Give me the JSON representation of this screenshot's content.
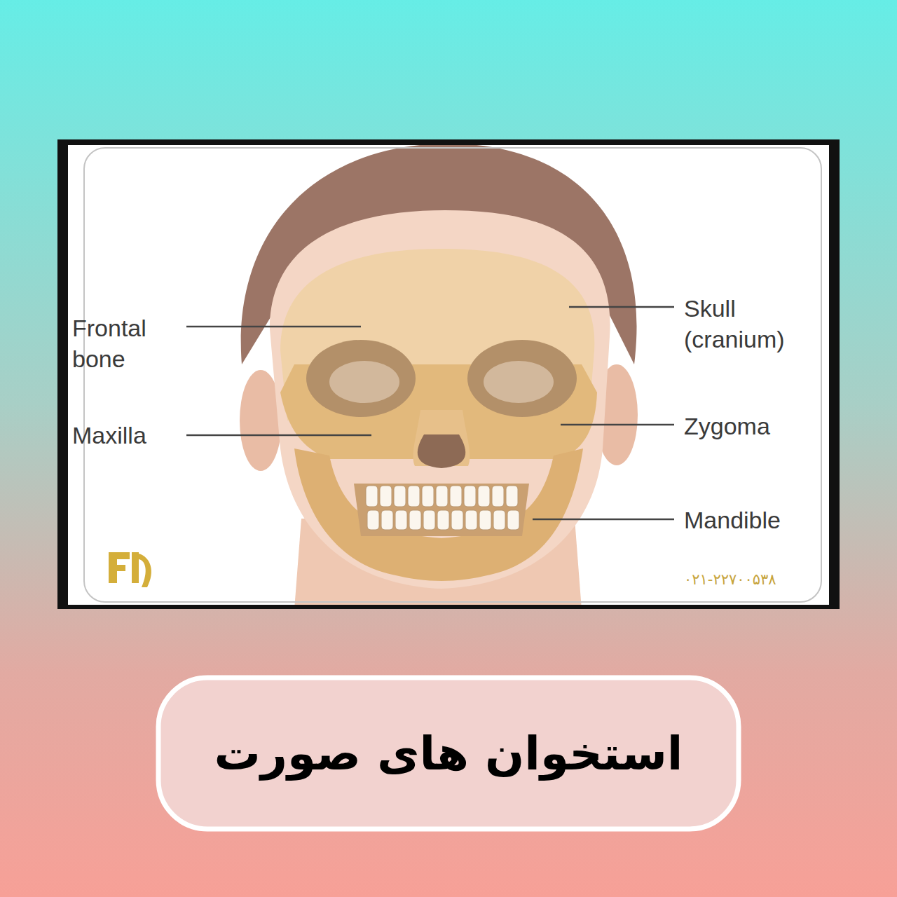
{
  "diagram": {
    "title": "استخوان های صورت",
    "labels": [
      "Frontal bone",
      "Maxilla",
      "Skull (cranium)",
      "Zygoma",
      "Mandible",
      "۰۲۱-۲۲۷۰۰۵۳۸"
    ]
  }
}
